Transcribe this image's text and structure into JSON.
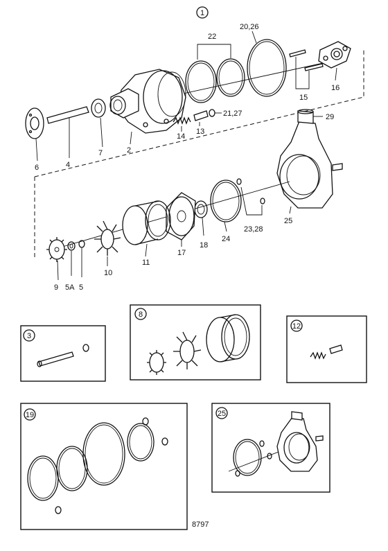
{
  "callout_main": "1",
  "labels": {
    "l22": "22",
    "l2026": "20,26",
    "l16": "16",
    "l15": "15",
    "l2127": "21,27",
    "l13": "13",
    "l14": "14",
    "l2": "2",
    "l7": "7",
    "l4": "4",
    "l6": "6",
    "l29": "29",
    "l25": "25",
    "l2328": "23,28",
    "l24": "24",
    "l18": "18",
    "l17": "17",
    "l11": "11",
    "l10": "10",
    "l9": "9",
    "l5A": "5A",
    "l5": "5"
  },
  "insets": {
    "i3": "3",
    "i8": "8",
    "i12": "12",
    "i19": "19",
    "i25": "25"
  },
  "drawing_number": "8797"
}
